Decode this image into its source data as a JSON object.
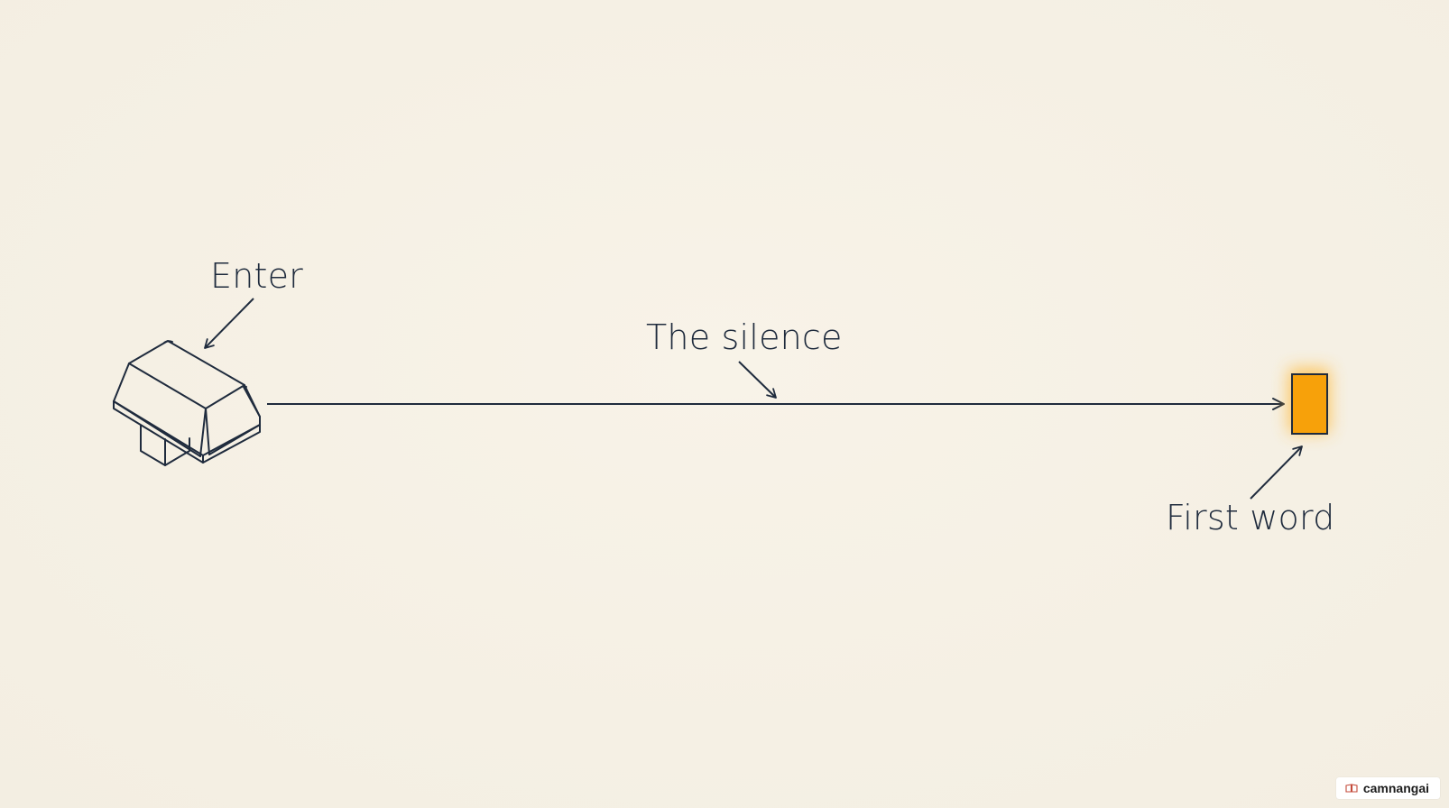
{
  "labels": {
    "enter": "Enter",
    "silence": "The silence",
    "first_word": "First word"
  },
  "watermark": {
    "text": "camnangai",
    "icon": "book-icon"
  },
  "colors": {
    "background": "#f6f1e6",
    "line": "#1f2b3d",
    "cursor_fill": "#f7a10a",
    "cursor_glow": "#ffb938"
  },
  "icons": {
    "key": "enter-key-icon",
    "cursor": "cursor-block-icon"
  }
}
